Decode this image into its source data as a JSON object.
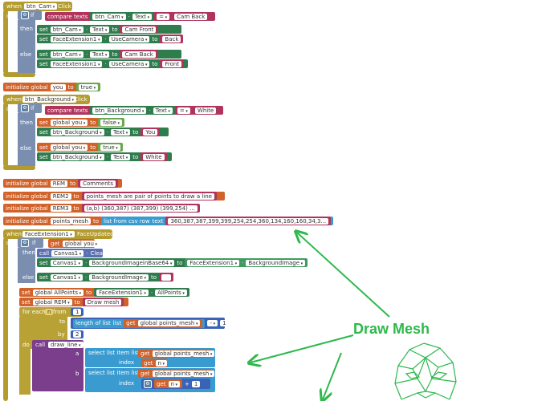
{
  "blocks": {
    "cam_event": {
      "when": "when",
      "component": "btn_Cam",
      "event": "Click",
      "do": "do",
      "if": "if",
      "then": "then",
      "else": "else"
    },
    "cam_compare": {
      "op": "compare texts",
      "comp": "btn_Cam",
      "prop": "Text",
      "cmp": "=",
      "value": "Cam Back"
    },
    "cam_then": [
      {
        "set": "set",
        "comp": "btn_Cam",
        "prop": "Text",
        "to": "to",
        "value": "Cam Front"
      },
      {
        "set": "set",
        "comp": "FaceExtension1",
        "prop": "UseCamera",
        "to": "to",
        "value": "Back"
      }
    ],
    "cam_else": [
      {
        "set": "set",
        "comp": "btn_Cam",
        "prop": "Text",
        "to": "to",
        "value": "Cam Back"
      },
      {
        "set": "set",
        "comp": "FaceExtension1",
        "prop": "UseCamera",
        "to": "to",
        "value": "Front"
      }
    ],
    "global_you": {
      "init": "initialize global",
      "name": "you",
      "to": "to",
      "value": "true"
    },
    "bg_event": {
      "when": "when",
      "component": "btn_Background",
      "event": "Click",
      "do": "do",
      "if": "if",
      "then": "then",
      "else": "else"
    },
    "bg_compare": {
      "op": "compare texts",
      "comp": "btn_Background",
      "prop": "Text",
      "cmp": "=",
      "value": "White"
    },
    "bg_then": [
      {
        "set": "set",
        "var": "global you",
        "to": "to",
        "value": "false"
      },
      {
        "set": "set",
        "comp": "btn_Background",
        "prop": "Text",
        "to": "to",
        "value": "You"
      }
    ],
    "bg_else": [
      {
        "set": "set",
        "var": "global you",
        "to": "to",
        "value": "true"
      },
      {
        "set": "set",
        "comp": "btn_Background",
        "prop": "Text",
        "to": "to",
        "value": "White"
      }
    ],
    "globals": [
      {
        "init": "initialize global",
        "name": "REM",
        "to": "to",
        "value": "Comments"
      },
      {
        "init": "initialize global",
        "name": "REM2",
        "to": "to",
        "value": "points_mesh are pair of points to draw a line"
      },
      {
        "init": "initialize global",
        "name": "REM3",
        "to": "to",
        "value": "(a,b) (360,387) (387,399) (399,254) ..."
      }
    ],
    "points_mesh": {
      "init": "initialize global",
      "name": "points_mesh",
      "to": "to",
      "op": "list from csv row",
      "text": "text",
      "value": "360,387,387,399,399,254,254,360,134,160,160,34,3..."
    },
    "face_event": {
      "when": "when",
      "component": "FaceExtension1",
      "event": "FaceUpdated",
      "do": "do",
      "if": "if",
      "get": "get",
      "var": "global you",
      "then": "then",
      "else": "else"
    },
    "face_then": [
      {
        "call": "call",
        "comp": "Canvas1",
        "method": "Clear"
      },
      {
        "set": "set",
        "comp": "Canvas1",
        "prop": "BackgroundImageinBase64",
        "to": "to",
        "src": "FaceExtension1",
        "srcprop": "BackgroundImage"
      }
    ],
    "face_else": {
      "set": "set",
      "comp": "Canvas1",
      "prop": "BackgroundImage",
      "to": "to",
      "value": ""
    },
    "face_set": [
      {
        "set": "set",
        "var": "global AllPoints",
        "to": "to",
        "src": "FaceExtension1",
        "srcprop": "AllPoints"
      },
      {
        "set": "set",
        "var": "global REM",
        "to": "to",
        "value": "Draw mesh"
      }
    ],
    "for_each": {
      "label": "for each",
      "var": "n",
      "from": "from",
      "from_val": "1",
      "to": "to",
      "len": "length of list",
      "list": "list",
      "get": "get",
      "getvar": "global points_mesh",
      "minus": "-",
      "minus_val": "1",
      "by": "by",
      "by_val": "2",
      "do": "do"
    },
    "draw_line": {
      "call": "call",
      "proc": "draw_line",
      "a": "a",
      "b": "b",
      "sli": "select list item",
      "list": "list",
      "index": "index",
      "get": "get",
      "getvar": "global points_mesh",
      "n": "n",
      "plus": "+",
      "plus_val": "1"
    }
  },
  "annotation": {
    "text": "Draw Mesh",
    "color": "#2db84c"
  }
}
